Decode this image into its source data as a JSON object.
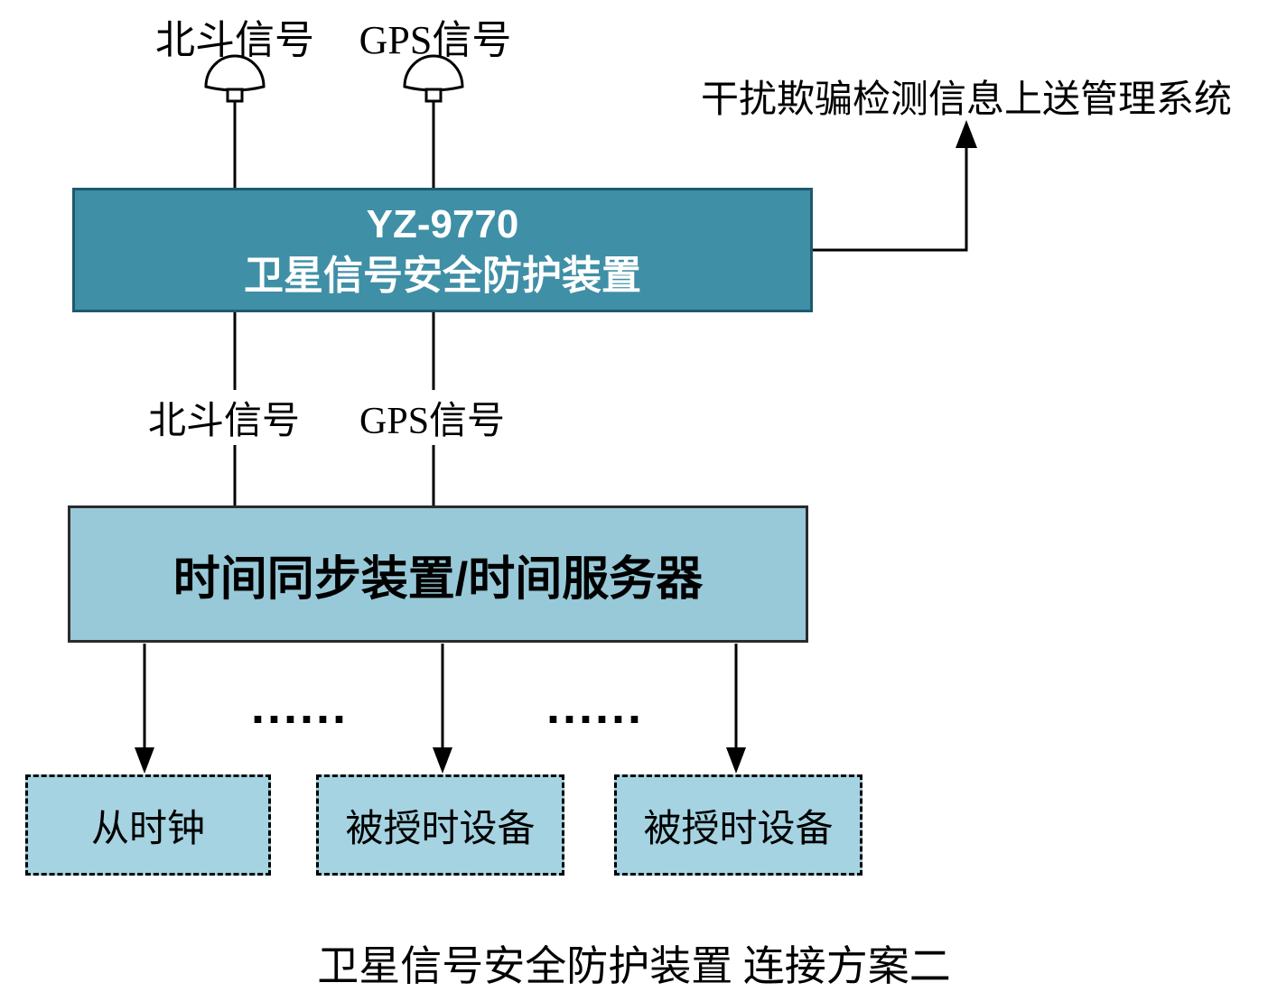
{
  "diagram": {
    "top_labels": {
      "beidou": "北斗信号",
      "gps": "GPS信号"
    },
    "upload_label": "干扰欺骗检测信息上送管理系统",
    "yz_box": {
      "line1": "YZ-9770",
      "line2": "卫星信号安全防护装置"
    },
    "mid_labels": {
      "beidou": "北斗信号",
      "gps": "GPS信号"
    },
    "time_box": {
      "label": "时间同步装置/时间服务器"
    },
    "dots_left": "......",
    "dots_right": "......",
    "bottom_boxes": [
      {
        "label": "从时钟"
      },
      {
        "label": "被授时设备"
      },
      {
        "label": "被授时设备"
      }
    ],
    "caption": "卫星信号安全防护装置 连接方案二",
    "colors": {
      "yz_box_fill": "#3f8fa6",
      "yz_box_border": "#1d5a6e",
      "time_box_fill": "#98c9d9",
      "bottom_box_fill": "#a5d3e1",
      "line_color": "#000000",
      "yz_text_color": "#ffffff"
    }
  }
}
